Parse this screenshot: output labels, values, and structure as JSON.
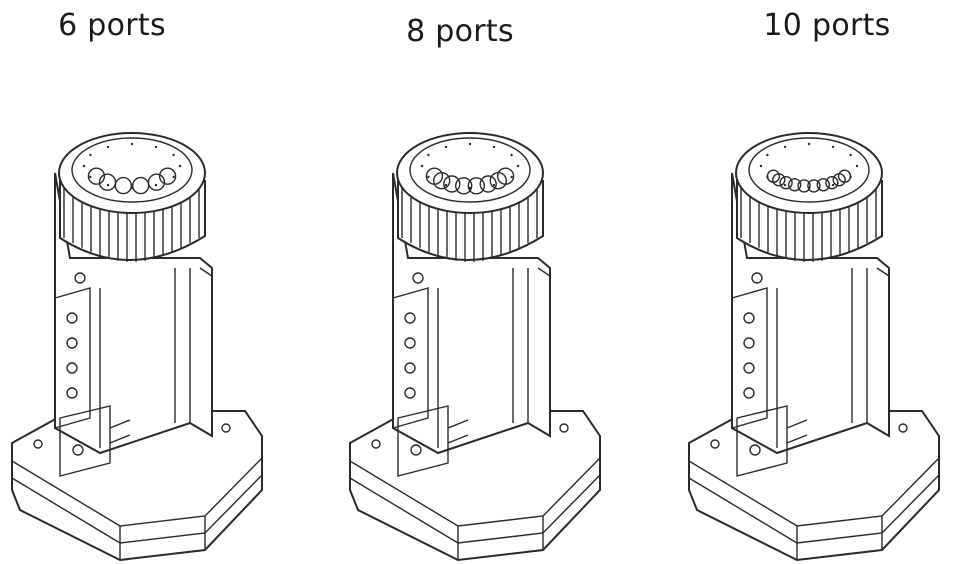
{
  "variants": [
    {
      "label": "6 ports",
      "port_count": 6
    },
    {
      "label": "8 ports",
      "port_count": 8
    },
    {
      "label": "10 ports",
      "port_count": 10
    }
  ],
  "colors": {
    "line": "#2a2a2a",
    "fill": "#ffffff",
    "background": "#ffffff"
  }
}
